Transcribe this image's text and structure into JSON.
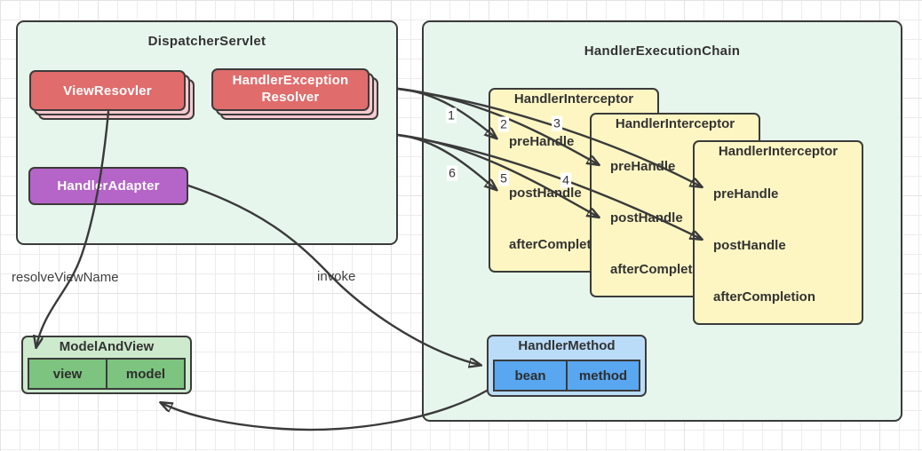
{
  "dispatcher": {
    "title": "DispatcherServlet",
    "view_resolver": "ViewResovler",
    "exception_resolver": {
      "lines": [
        "HandlerException",
        "Resolver"
      ]
    },
    "handler_adapter": "HandlerAdapter"
  },
  "chain": {
    "title": "HandlerExecutionChain",
    "interceptors": [
      {
        "title": "HandlerInterceptor",
        "methods": [
          "preHandle",
          "postHandle",
          "afterCompletion"
        ]
      },
      {
        "title": "HandlerInterceptor",
        "methods": [
          "preHandle",
          "postHandle",
          "afterCompletion"
        ]
      },
      {
        "title": "HandlerInterceptor",
        "methods": [
          "preHandle",
          "postHandle",
          "afterCompletion"
        ]
      }
    ],
    "handler_method": {
      "title": "HandlerMethod",
      "cells": [
        "bean",
        "method"
      ]
    }
  },
  "model_and_view": {
    "title": "ModelAndView",
    "cells": [
      "view",
      "model"
    ]
  },
  "edge_labels": {
    "resolve_view_name": "resolveViewName",
    "invoke": "invoke"
  },
  "sequence": [
    "1",
    "2",
    "3",
    "4",
    "5",
    "6"
  ],
  "colors": {
    "container_fill": "#e7f6ec",
    "container_border": "#3b3b3b",
    "red_fill": "#e06c6c",
    "red_stack_fill": "#f6c9cf",
    "purple_fill": "#b564c8",
    "yellow_fill": "#fdf6c3",
    "mv_fill": "#cdeacd",
    "mv_cell_fill": "#7cc47f",
    "hm_fill": "#badcf9",
    "hm_cell_fill": "#58a7f0",
    "ink": "#333333",
    "line": "#3a3a3a",
    "text_light": "#ffffff"
  }
}
